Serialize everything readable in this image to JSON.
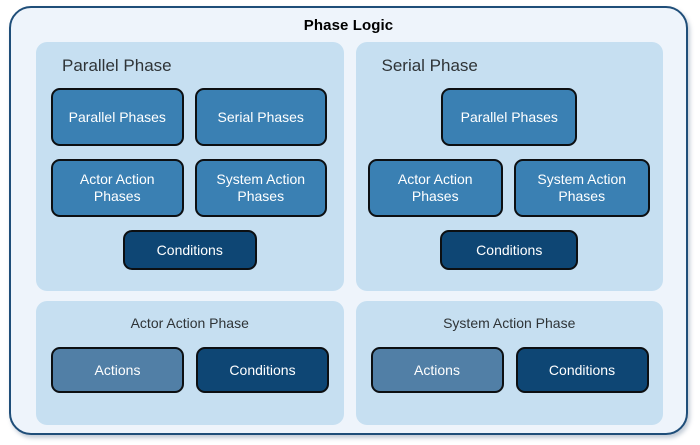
{
  "diagram": {
    "title": "Phase Logic",
    "colors": {
      "outer_background": "#eef4fb",
      "outer_border": "#1f4e79",
      "panel_background": "#c6dff1",
      "node_blue": "#3a80b3",
      "node_steel": "#517fa6",
      "node_navy": "#0e4674",
      "node_border": "#0c0f12",
      "node_text": "#ffffff",
      "panel_title_text": "#2f3437"
    },
    "panels": [
      {
        "id": "parallel-phase",
        "title": "Parallel Phase",
        "title_align": "left",
        "rows": [
          {
            "id": "row-1",
            "nodes": [
              {
                "label": "Parallel Phases",
                "style": "blue"
              },
              {
                "label": "Serial Phases",
                "style": "blue"
              }
            ]
          },
          {
            "id": "row-2",
            "nodes": [
              {
                "label": "Actor Action\nPhases",
                "style": "blue"
              },
              {
                "label": "System Action\nPhases",
                "style": "blue"
              }
            ]
          },
          {
            "id": "row-3",
            "nodes": [
              {
                "label": "Conditions",
                "style": "navy"
              }
            ]
          }
        ]
      },
      {
        "id": "serial-phase",
        "title": "Serial Phase",
        "title_align": "left",
        "rows": [
          {
            "id": "row-1",
            "nodes": [
              {
                "label": "Parallel Phases",
                "style": "blue"
              }
            ]
          },
          {
            "id": "row-2",
            "nodes": [
              {
                "label": "Actor Action\nPhases",
                "style": "blue"
              },
              {
                "label": "System Action\nPhases",
                "style": "blue"
              }
            ]
          },
          {
            "id": "row-3",
            "nodes": [
              {
                "label": "Conditions",
                "style": "navy"
              }
            ]
          }
        ]
      },
      {
        "id": "actor-action-phase",
        "title": "Actor Action Phase",
        "title_align": "center",
        "rows": [
          {
            "id": "row-1",
            "nodes": [
              {
                "label": "Actions",
                "style": "steel"
              },
              {
                "label": "Conditions",
                "style": "navy"
              }
            ]
          }
        ]
      },
      {
        "id": "system-action-phase",
        "title": "System Action Phase",
        "title_align": "center",
        "rows": [
          {
            "id": "row-1",
            "nodes": [
              {
                "label": "Actions",
                "style": "steel"
              },
              {
                "label": "Conditions",
                "style": "navy"
              }
            ]
          }
        ]
      }
    ]
  }
}
